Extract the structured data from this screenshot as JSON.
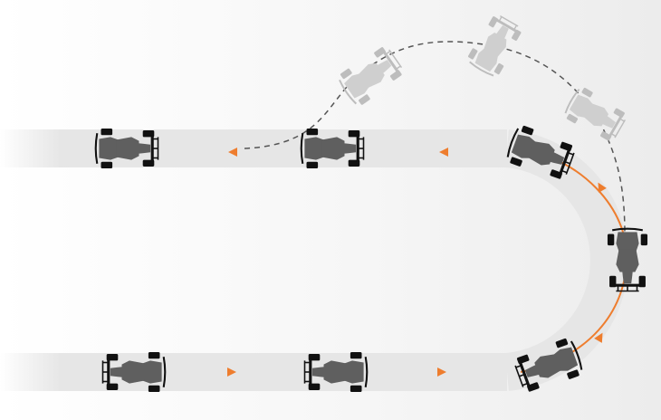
{
  "diagram": {
    "colors": {
      "track_band": "#e6e6e6",
      "racing_line": "#ee7d2e",
      "car_body": "#5f5f5f",
      "car_tire": "#111111",
      "car_ghost_body": "#c9c9c9",
      "car_ghost_tire": "#bdbdbd",
      "ghost_path": "#555555"
    },
    "elements": {
      "track": "track-band",
      "racing_line": "racing-line",
      "shortcut_path": "ghost-path-dashed",
      "direction_arrows": "arrow-icon",
      "cars": "kart-icon",
      "ghost_cars": "kart-ghost-icon"
    }
  }
}
